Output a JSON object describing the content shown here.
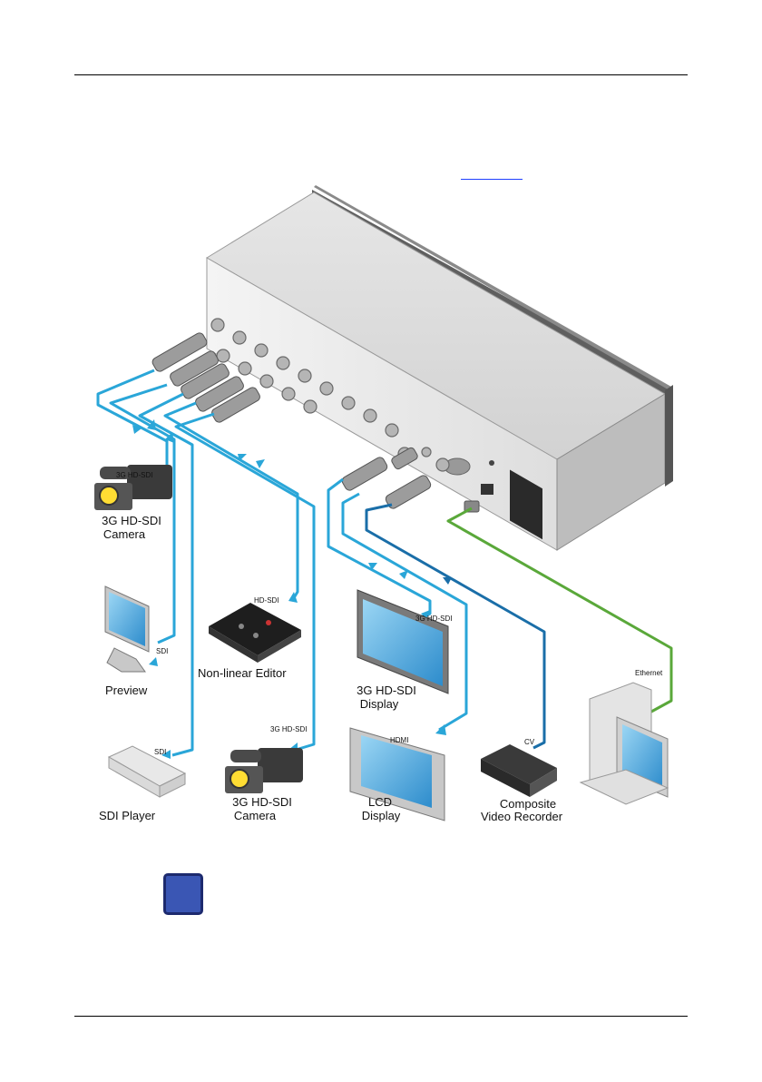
{
  "devices": {
    "camera_top": [
      "3G HD-SDI",
      "Camera"
    ],
    "preview": "Preview",
    "sdi_player": "SDI Player",
    "nle": "Non-linear Editor",
    "camera_bottom": [
      "3G HD-SDI",
      "Camera"
    ],
    "display_3g": [
      "3G HD-SDI",
      "Display"
    ],
    "lcd": [
      "LCD",
      "Display"
    ],
    "recorder": [
      "Composite",
      "Video Recorder"
    ],
    "pc": ""
  },
  "cable_labels": {
    "camera_top": "3G HD-SDI",
    "preview": "SDI",
    "sdi_player": "SDI",
    "nle": "HD-SDI",
    "camera_bottom": "3G HD-SDI",
    "display_3g": "3G HD-SDI",
    "lcd": "HDMI",
    "recorder": "CV",
    "pc": "Ethernet"
  },
  "colors": {
    "sdi_cable": "#2aa6d8",
    "cv_cable": "#1a6ea8",
    "ethernet_cable": "#5aa83a",
    "info_box": "#3a56b4"
  }
}
